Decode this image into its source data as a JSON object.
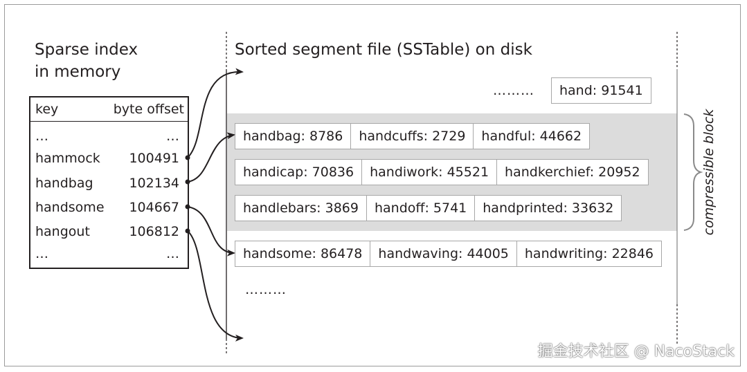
{
  "index": {
    "title_line1": "Sparse index",
    "title_line2": "in memory",
    "header_key": "key",
    "header_offset": "byte offset",
    "rows": [
      {
        "key": "…",
        "offset": "…"
      },
      {
        "key": "hammock",
        "offset": "100491"
      },
      {
        "key": "handbag",
        "offset": "102134"
      },
      {
        "key": "handsome",
        "offset": "104667"
      },
      {
        "key": "hangout",
        "offset": "106812"
      },
      {
        "key": "…",
        "offset": "…"
      }
    ]
  },
  "segment": {
    "title": "Sorted segment file (SSTable) on disk",
    "top_dots": "………",
    "top_entry": "hand: 91541",
    "block_rows": [
      [
        "handbag: 8786",
        "handcuffs: 2729",
        "handful: 44662"
      ],
      [
        "handicap: 70836",
        "handiwork: 45521",
        "handkerchief: 20952"
      ],
      [
        "handlebars: 3869",
        "handoff: 5741",
        "handprinted: 33632"
      ]
    ],
    "after_row": [
      "handsome: 86478",
      "handwaving: 44005",
      "handwriting: 22846"
    ],
    "bottom_dots": "………",
    "block_label": "compressible block"
  },
  "colors": {
    "ink": "#231f20",
    "block_fill": "#dcdcdc",
    "entry_border": "#a7a7a7"
  },
  "watermark": "掘金技术社区 @ NacoStack"
}
